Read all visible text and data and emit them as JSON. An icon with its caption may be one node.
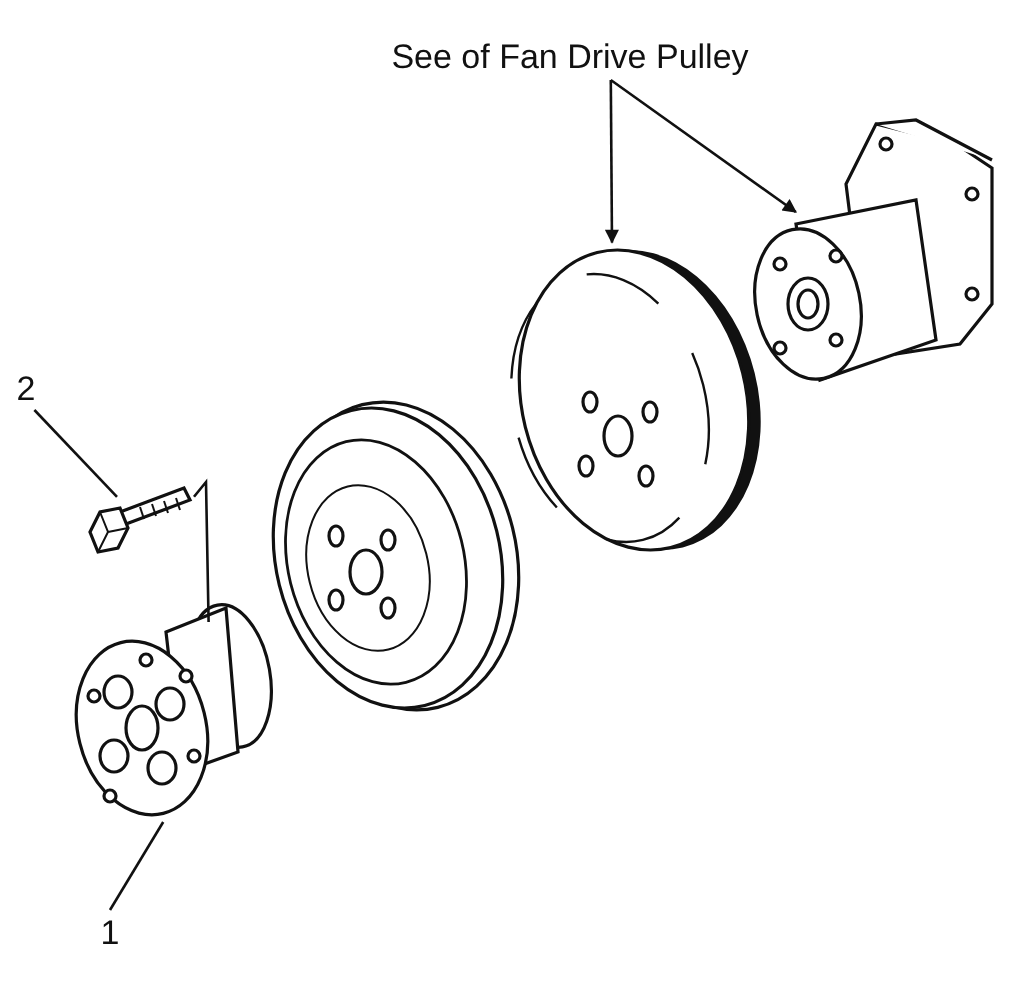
{
  "diagram": {
    "nodes": [
      {
        "text": [
          "See of Fan Drive Pulley"
        ]
      },
      {
        "text": [],
        "shape": "picture"
      },
      {
        "text": [],
        "shape": "picture"
      },
      {
        "text": [
          "2"
        ]
      },
      {
        "text": [],
        "shape": "picture"
      },
      {
        "text": [
          "1"
        ]
      },
      {
        "text": [],
        "shape": "picture"
      }
    ],
    "edges": [
      {
        "from": 0,
        "to": 1,
        "arrow": "to"
      },
      {
        "from": 0,
        "to": 2,
        "arrow": "to"
      },
      {
        "from": 3,
        "to": 4,
        "arrow": "none"
      },
      {
        "from": 5,
        "to": 6,
        "arrow": "none"
      },
      {
        "from": 4,
        "to": 6,
        "arrow": "none"
      }
    ]
  }
}
